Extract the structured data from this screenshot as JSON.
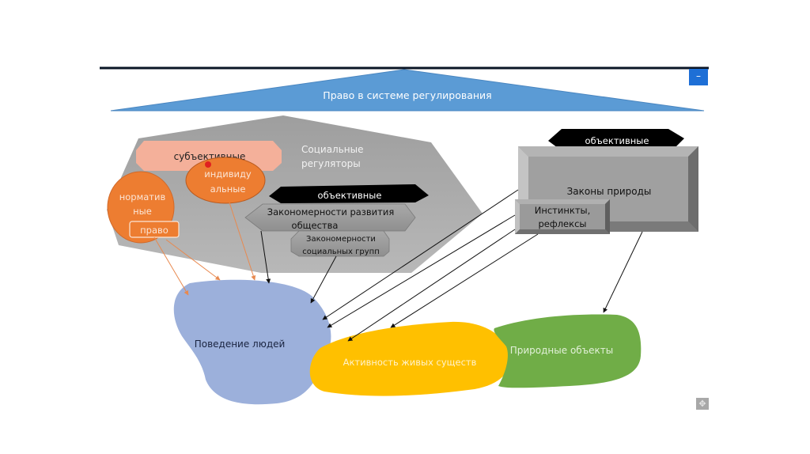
{
  "header": {
    "title": "Право в системе регулирования",
    "collapse_button": "–",
    "expand_button": "✥"
  },
  "social_regulators": {
    "title_line1": "Социальные",
    "title_line2": "регуляторы",
    "subjective": "субъективные",
    "individual_line1": "индивиду",
    "individual_line2": "альные",
    "normative_line1": "норматив",
    "normative_line2": "ные",
    "law": "право",
    "objective": "объективные",
    "society_laws_line1": "Закономерности развития",
    "society_laws_line2": "общества",
    "group_laws_line1": "Закономерности",
    "group_laws_line2": "социальных групп"
  },
  "nature": {
    "objective": "объективные",
    "laws_of_nature": "Законы природы",
    "instincts_line1": "Инстинкты,",
    "instincts_line2": "рефлексы"
  },
  "outcomes": {
    "human_behavior": "Поведение людей",
    "living_activity": "Активность живых существ",
    "natural_objects": "Природные объекты"
  },
  "colors": {
    "header_blue": "#5b9bd5",
    "orange": "#ed7d31",
    "salmon": "#f4b09a",
    "gray": "#a6a6a6",
    "lavender": "#9cb0db",
    "yellow": "#ffc000",
    "green": "#70ad47"
  }
}
